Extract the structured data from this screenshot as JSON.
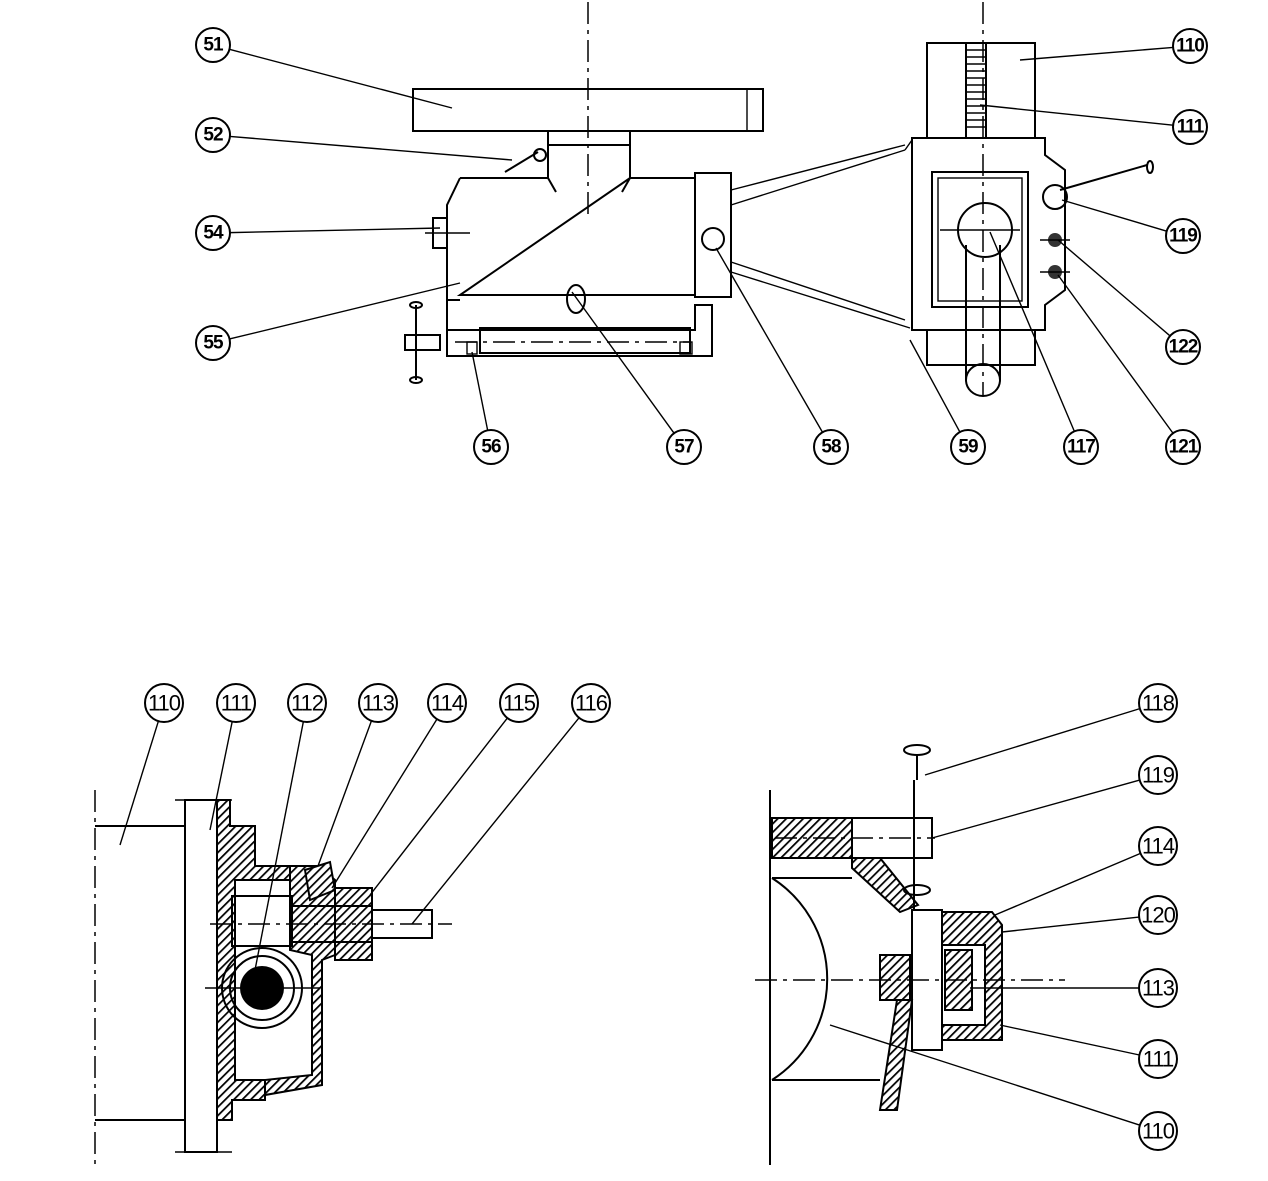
{
  "title": "Exploded parts diagram",
  "views": {
    "top_view": {
      "callouts": [
        "51",
        "52",
        "54",
        "55",
        "56",
        "57",
        "58",
        "59",
        "117",
        "121",
        "122",
        "119",
        "111",
        "110"
      ]
    },
    "bottom_left_section": {
      "callouts": [
        "110",
        "111",
        "112",
        "113",
        "114",
        "115",
        "116"
      ]
    },
    "bottom_right_section": {
      "callouts": [
        "118",
        "119",
        "114",
        "120",
        "113",
        "111",
        "110"
      ]
    }
  }
}
